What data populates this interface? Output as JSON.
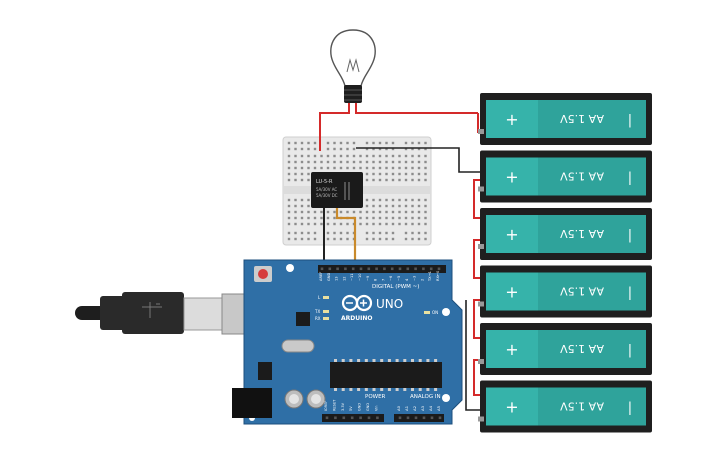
{
  "relay": {
    "line1": "LU-5-R",
    "line2": "5A/30V AC",
    "line3": "5A/30V DC"
  },
  "arduino": {
    "brand": "ARDUINO",
    "model": "UNO",
    "digital_label": "DIGITAL (PWM ~)",
    "power_label": "POWER",
    "analog_label": "ANALOG IN",
    "on_label": "ON",
    "led_l": "L",
    "led_tx": "TX",
    "led_rx": "RX",
    "top_pins": [
      "AREF",
      "GND",
      "13",
      "12",
      "~11",
      "~10",
      "~9",
      "8",
      "7",
      "~6",
      "~5",
      "4",
      "~3",
      "2",
      "TX→1",
      "RX←0"
    ],
    "power_pins": [
      "IOREF",
      "RESET",
      "3.3V",
      "5V",
      "GND",
      "GND",
      "Vin"
    ],
    "analog_pins": [
      "A0",
      "A1",
      "A2",
      "A3",
      "A4",
      "A5"
    ]
  },
  "batteries": [
    {
      "plus": "+",
      "label": "AA 1.5V",
      "minus": "|"
    },
    {
      "plus": "+",
      "label": "AA 1.5V",
      "minus": "|"
    },
    {
      "plus": "+",
      "label": "AA 1.5V",
      "minus": "|"
    },
    {
      "plus": "+",
      "label": "AA 1.5V",
      "minus": "|"
    },
    {
      "plus": "+",
      "label": "AA 1.5V",
      "minus": "|"
    },
    {
      "plus": "+",
      "label": "AA 1.5V",
      "minus": "|"
    }
  ],
  "colors": {
    "board_blue": "#2f6fa6",
    "battery_teal": "#2fa39b",
    "battery_dark": "#1f1f1f",
    "wire_red": "#d42a2a",
    "wire_black": "#222222",
    "wire_orange": "#c98a2c",
    "breadboard": "#e9e9e9"
  }
}
